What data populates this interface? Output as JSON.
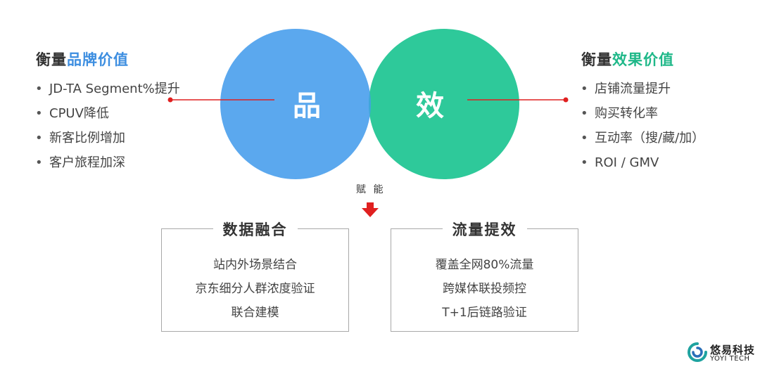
{
  "left": {
    "heading_prefix": "衡量",
    "heading_highlight": "品牌价值",
    "items": [
      "JD-TA Segment%提升",
      "CPUV降低",
      "新客比例增加",
      "客户旅程加深"
    ]
  },
  "right": {
    "heading_prefix": "衡量",
    "heading_highlight": "效果价值",
    "items": [
      "店铺流量提升",
      "购买转化率",
      "互动率（搜/藏/加）",
      "ROI / GMV"
    ]
  },
  "venn": {
    "left_label": "品",
    "right_label": "效",
    "left_color": "#5BA8EE",
    "right_color": "#2EC99A",
    "overlap_color": "#3FA6DB"
  },
  "empower_label": "赋 能",
  "arrow_color": "#E02020",
  "line_color": "#E02020",
  "boxes": [
    {
      "title": "数据融合",
      "items": [
        "站内外场景结合",
        "京东细分人群浓度验证",
        "联合建模"
      ]
    },
    {
      "title": "流量提效",
      "items": [
        "覆盖全网80%流量",
        "跨媒体联投频控",
        "T+1后链路验证"
      ]
    }
  ],
  "logo": {
    "cn": "悠易科技",
    "en": "YOYI TECH"
  }
}
